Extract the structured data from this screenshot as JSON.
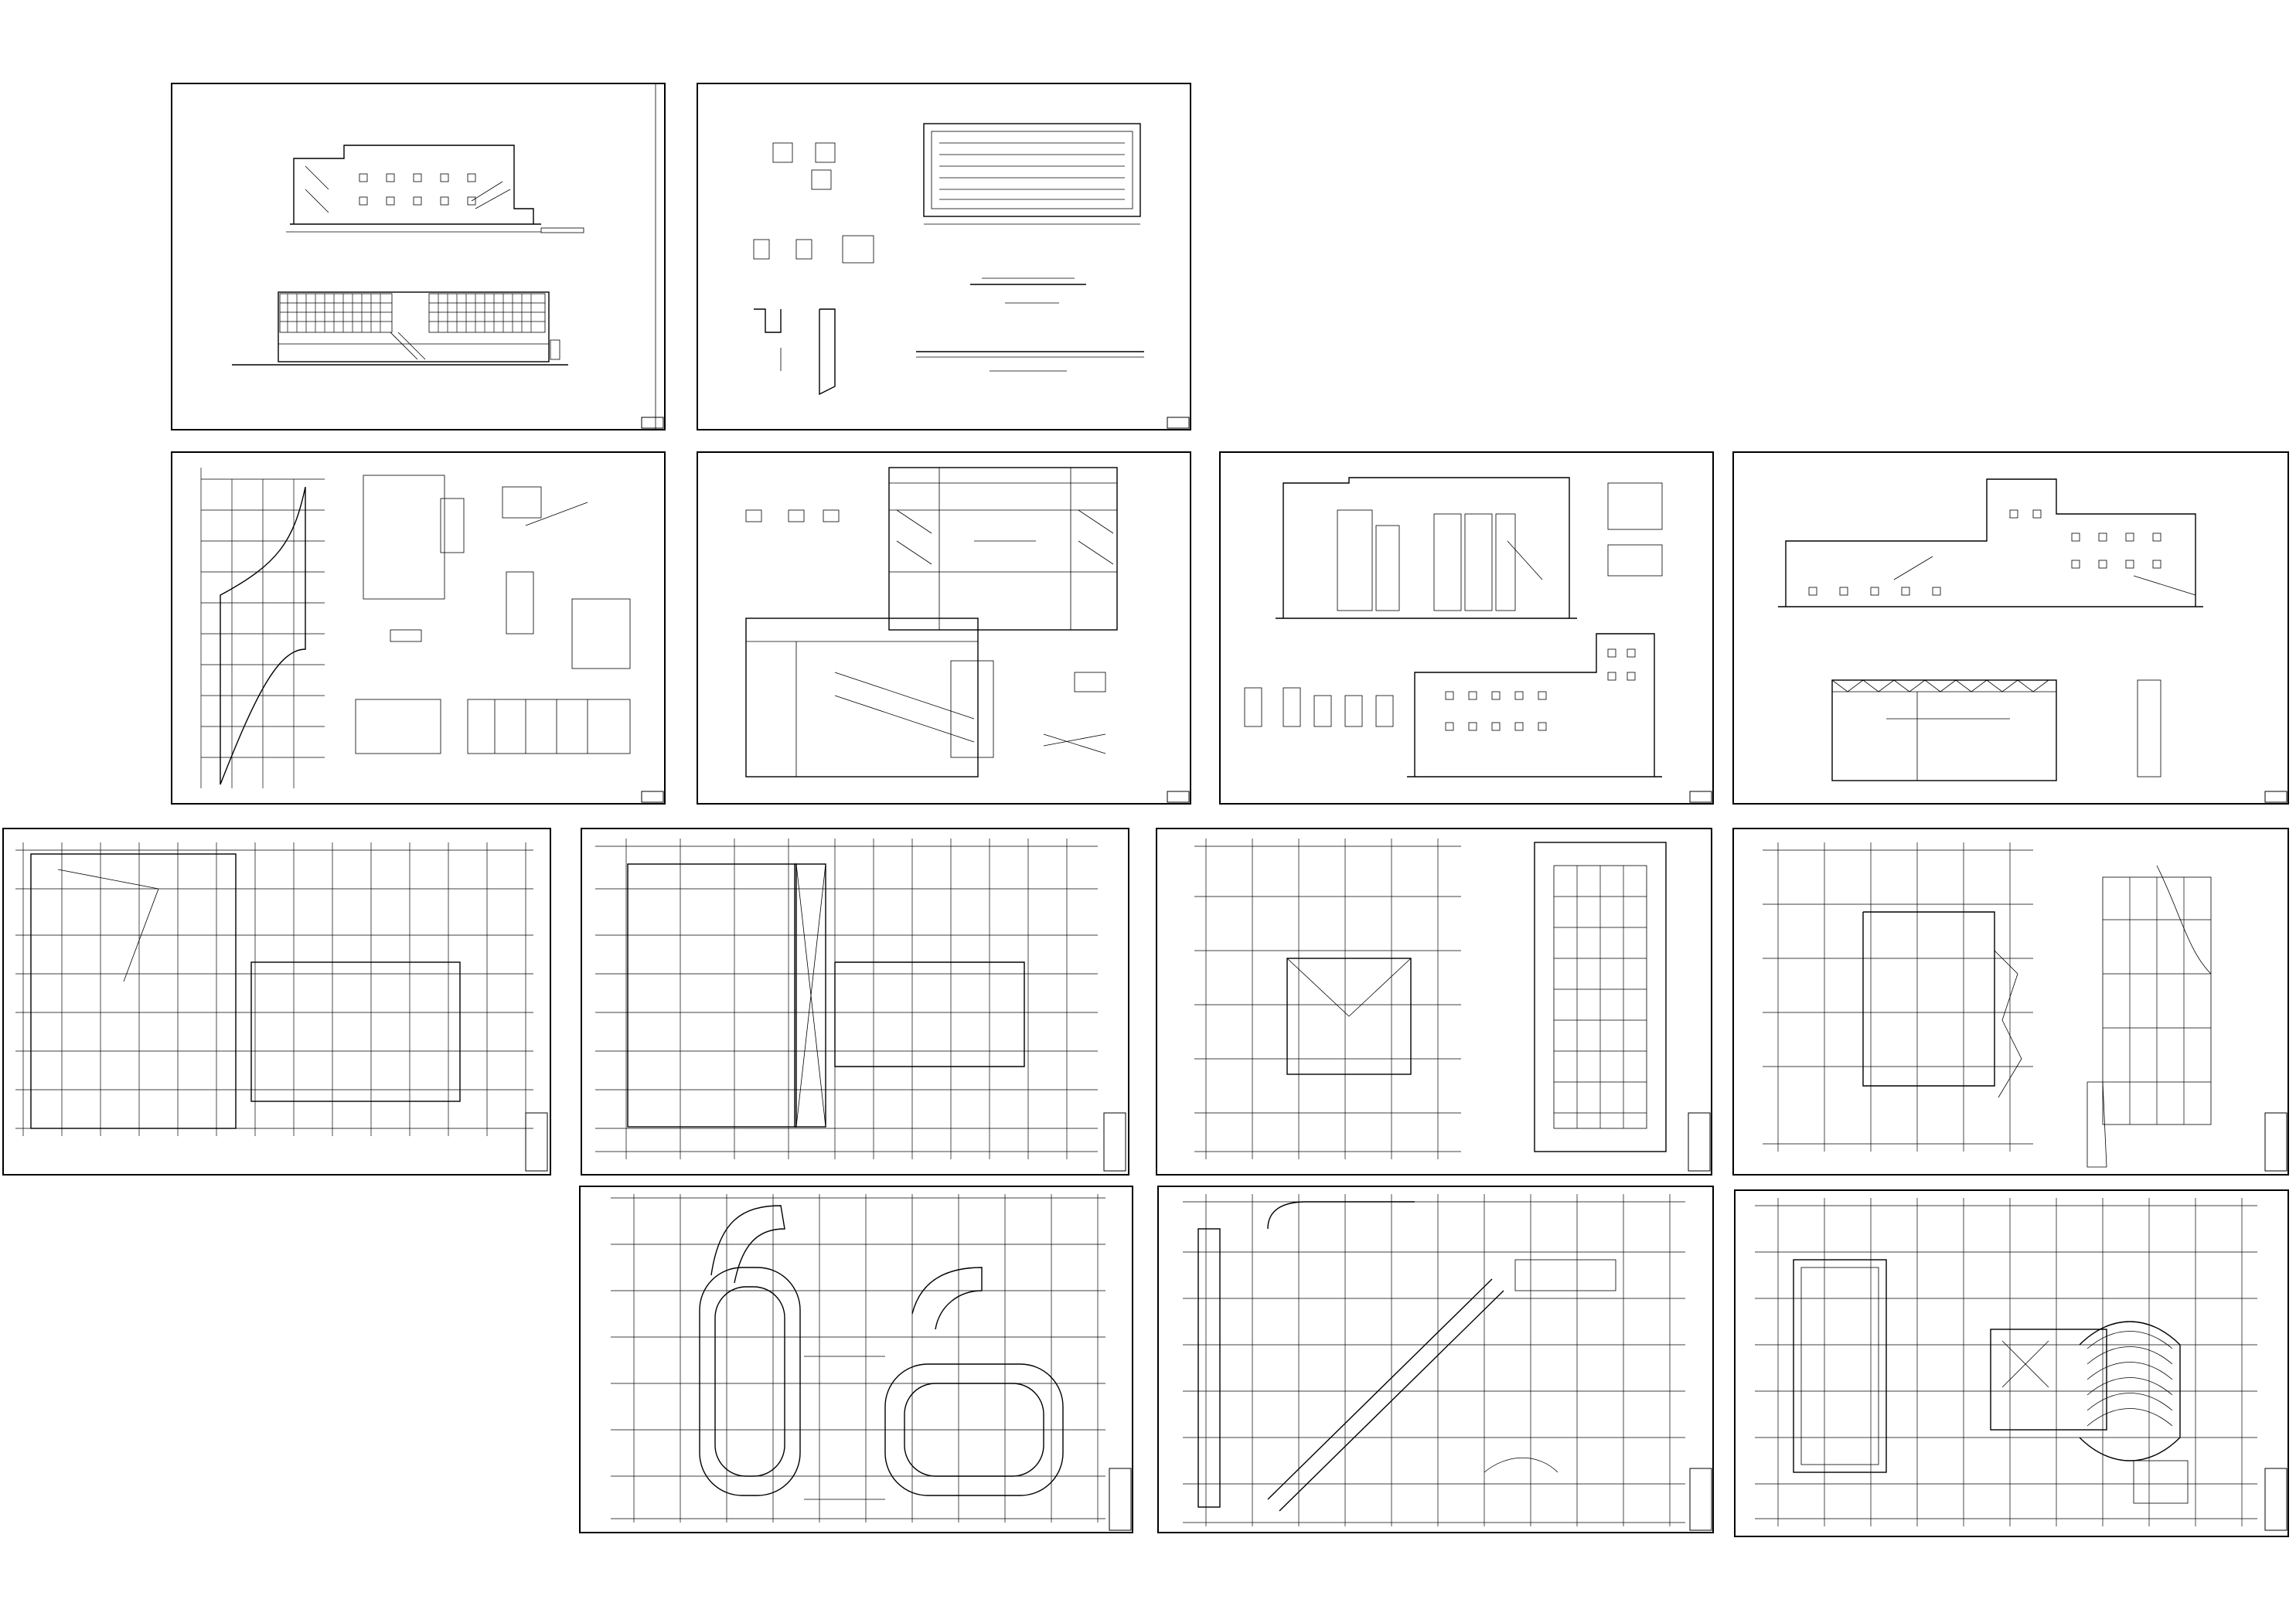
{
  "viewer": {
    "title": "",
    "background": "#ffffff",
    "line_color": "#000000"
  },
  "sheets": [
    {
      "id": "sheet-elevations-1",
      "kind": "elevations",
      "captions": []
    },
    {
      "id": "sheet-pool-details",
      "kind": "details",
      "captions": []
    },
    {
      "id": "sheet-stair-and-toilet-details",
      "kind": "details",
      "captions": []
    },
    {
      "id": "sheet-sections-a",
      "kind": "sections",
      "captions": []
    },
    {
      "id": "sheet-elevations-2",
      "kind": "elevations",
      "captions": []
    },
    {
      "id": "sheet-elevations-3",
      "kind": "elevations",
      "captions": []
    },
    {
      "id": "sheet-plan-level-a",
      "kind": "floor-plan",
      "captions": []
    },
    {
      "id": "sheet-plan-level-b",
      "kind": "floor-plan",
      "captions": []
    },
    {
      "id": "sheet-plan-level-c",
      "kind": "floor-plan",
      "captions": []
    },
    {
      "id": "sheet-plan-level-d",
      "kind": "floor-plan",
      "captions": []
    },
    {
      "id": "sheet-plan-parking",
      "kind": "floor-plan",
      "captions": []
    },
    {
      "id": "sheet-plan-ground",
      "kind": "floor-plan",
      "captions": []
    },
    {
      "id": "sheet-plan-auditorium",
      "kind": "floor-plan",
      "captions": []
    }
  ]
}
